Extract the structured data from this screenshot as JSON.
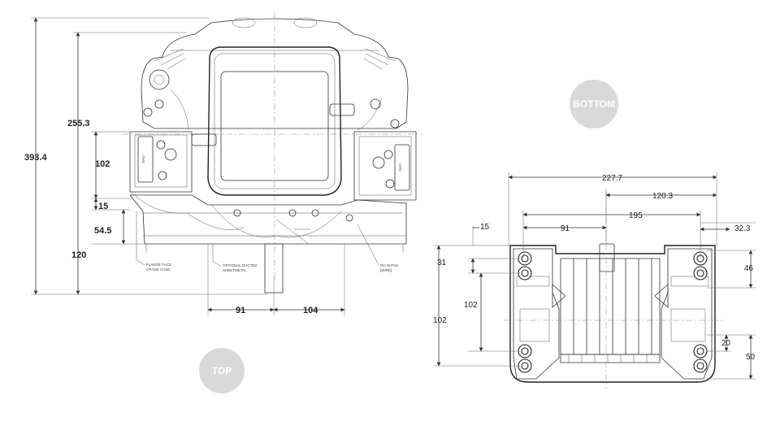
{
  "views": {
    "front": {
      "badge": "TOP",
      "vertical_dims": [
        "393.4",
        "255.3",
        "102",
        "15",
        "54.5",
        "120"
      ],
      "horizontal_dims": [
        "91",
        "104"
      ],
      "notes": {
        "flange": [
          "FLANGE FACE",
          "CRANK CASE"
        ],
        "ducted": [
          "OPTIONAL DUCTED",
          "SHEETMETAL"
        ],
        "wires": [
          "RH W.PAN",
          "[WIRE]"
        ]
      },
      "logo": "OHV"
    },
    "bottom": {
      "badge": "BOTTOM",
      "horizontal_dims": [
        "227.7",
        "120.3",
        "195",
        "91",
        "32.3",
        "15"
      ],
      "vertical_dims": [
        "31",
        "102",
        "102",
        "46",
        "20",
        "50"
      ]
    }
  },
  "colors": {
    "line": "#333333",
    "badge": "#d9d9d9",
    "background": "#ffffff"
  }
}
